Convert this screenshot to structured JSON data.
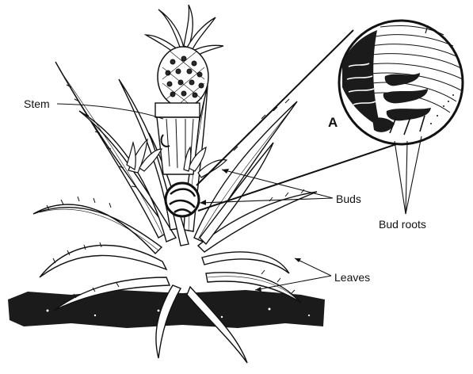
{
  "labels": {
    "stem": "Stem",
    "buds": "Buds",
    "bud_roots": "Bud roots",
    "leaves": "Leaves",
    "inset": "A"
  },
  "colors": {
    "ink": "#111111",
    "soil": "#1b1b1b",
    "paper": "#ffffff"
  }
}
